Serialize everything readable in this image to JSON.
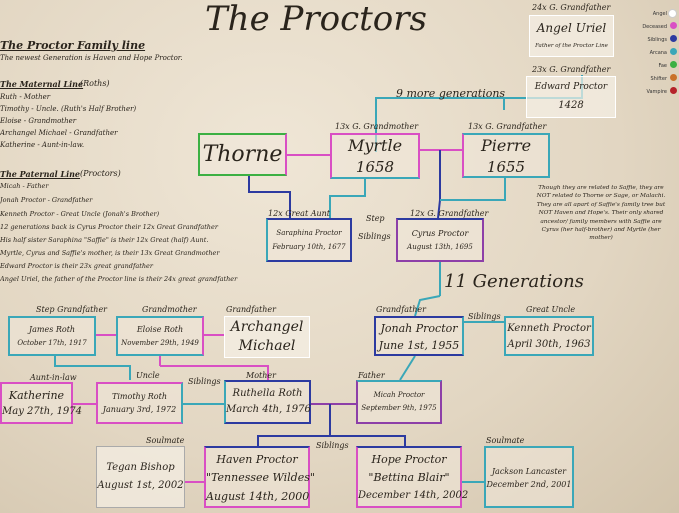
{
  "title": "The Proctors",
  "left_notes": {
    "family_line_title": "The Proctor Family line",
    "family_line_sub": "The newest Generation is Haven and Hope Proctor.",
    "maternal_title": "The Maternal Line",
    "maternal_sub": "(Roths)",
    "maternal": [
      "Ruth - Mother",
      "Timothy - Uncle. (Ruth's Half Brother)",
      "Eloise - Grandmother",
      "Archangel Michael - Grandfather",
      "Katherine - Aunt-in-law."
    ],
    "paternal_title": "The Paternal Line",
    "paternal_sub": "(Proctors)",
    "paternal": [
      "Micah - Father",
      "Jonah Proctor - Grandfather",
      "Kenneth Proctor - Great Uncle (Jonah's Brother)",
      "12 generations back is Cyrus Proctor their 12x Great Grandfather",
      "His half sister Saraphina \"Saffie\" is their 12x Great (half) Aunt.",
      "Myrtle, Cyrus and Saffie's mother, is their 13x Great Grandmother",
      "Edward Proctor is their 23x great grandfather",
      "Angel Uriel, the father of the Proctor line is their 24x great grandfather"
    ]
  },
  "right_note": "Though they are related to Saffie, they are NOT related to Thorne or Sage, or Malachi. They are all apart of Saffie's family tree but NOT Haven and Hope's. Their only shared ancestor/ family members with Saffie are Cyrus (her half-brother) and Myrtle (her mother)",
  "legend": [
    {
      "label": "Angel",
      "color": "#ffffff"
    },
    {
      "label": "Deceased",
      "color": "#d94fc4"
    },
    {
      "label": "Siblings",
      "color": "#2c3aa0"
    },
    {
      "label": "Arcana",
      "color": "#3aa7b8"
    },
    {
      "label": "Fae",
      "color": "#3cb043"
    },
    {
      "label": "Shifter",
      "color": "#c9712a"
    },
    {
      "label": "Vampire",
      "color": "#b5222a"
    }
  ],
  "connectors": {
    "nine_more": "9 more generations",
    "eleven": "11 Generations",
    "step_siblings": [
      "Step",
      "Siblings"
    ],
    "siblings_jonah": "Siblings",
    "siblings_timothy": "Siblings",
    "siblings_twins": "Siblings"
  },
  "people": {
    "uriel": {
      "role": "24x G. Grandfather",
      "name": "Angel Uriel",
      "note": "Father of the Proctor Line"
    },
    "edward": {
      "role": "23x G. Grandfather",
      "name": "Edward Proctor",
      "date": "1428"
    },
    "thorne": {
      "name": "Thorne"
    },
    "myrtle": {
      "role": "13x G. Grandmother",
      "name": "Myrtle",
      "date": "1658"
    },
    "pierre": {
      "role": "13x G. Grandfather",
      "name": "Pierre",
      "date": "1655"
    },
    "saraphina": {
      "role": "12x Great Aunt",
      "name": "Saraphina Proctor",
      "date": "February 10th, 1677"
    },
    "cyrus": {
      "role": "12x G. Grandfather",
      "name": "Cyrus Proctor",
      "date": "August 13th, 1695"
    },
    "james": {
      "role": "Step Grandfather",
      "name": "James Roth",
      "date": "October 17th, 1917"
    },
    "eloise": {
      "role": "Grandmother",
      "name": "Eloise Roth",
      "date": "November 29th, 1949"
    },
    "archangel": {
      "role": "Grandfather",
      "name": "Archangel",
      "name2": "Michael"
    },
    "jonah": {
      "role": "Grandfather",
      "name": "Jonah Proctor",
      "date": "June 1st, 1955"
    },
    "kenneth": {
      "role": "Great Uncle",
      "name": "Kenneth Proctor",
      "date": "April 30th, 1963"
    },
    "katherine": {
      "role": "Aunt-in-law",
      "name": "Katherine",
      "date": "May 27th, 1974"
    },
    "timothy": {
      "role": "Uncle",
      "name": "Timothy Roth",
      "date": "January 3rd, 1972"
    },
    "ruthella": {
      "role": "Mother",
      "name": "Ruthella Roth",
      "date": "March 4th, 1976"
    },
    "micah": {
      "role": "Father",
      "name": "Micah Proctor",
      "date": "September 9th, 1975"
    },
    "tegan": {
      "role": "Soulmate",
      "name": "Tegan Bishop",
      "date": "August 1st, 2002"
    },
    "haven": {
      "name": "Haven Proctor",
      "alias": "\"Tennessee Wildes\"",
      "date": "August 14th, 2000"
    },
    "hope": {
      "name": "Hope Proctor",
      "alias": "\"Bettina Blair\"",
      "date": "December 14th, 2002"
    },
    "jackson": {
      "role": "Soulmate",
      "name": "Jackson Lancaster",
      "date": "December 2nd, 2001"
    }
  }
}
